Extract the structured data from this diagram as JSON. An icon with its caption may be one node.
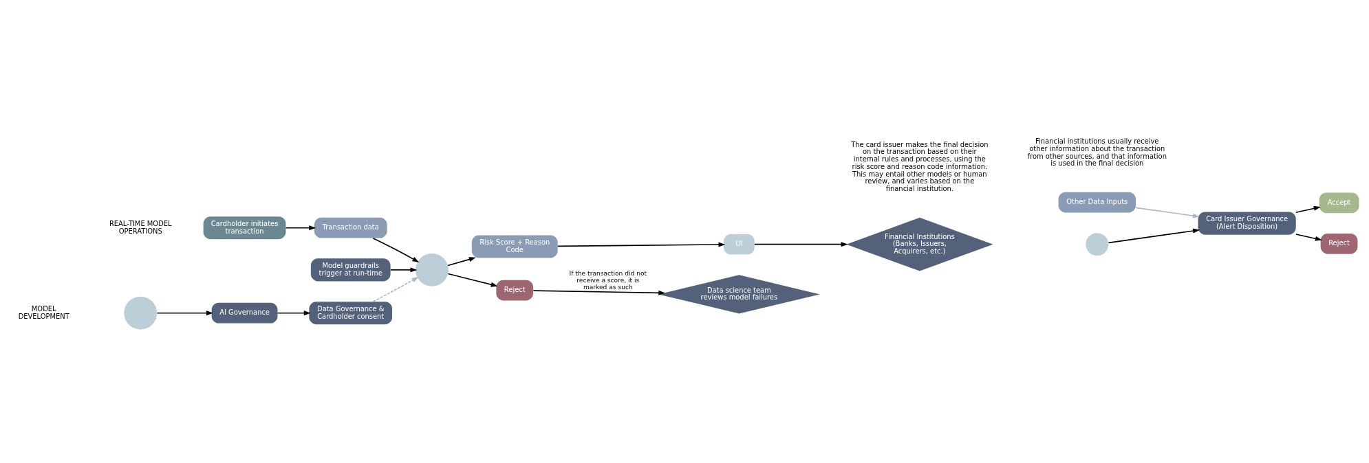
{
  "diagram": {
    "nodes": [
      {
        "text": [],
        "shape": "circle"
      },
      {
        "text": [
          "AI Governance"
        ]
      },
      {
        "text": [
          "Data Governance & Cardholder consent"
        ]
      },
      {
        "text": [
          "Cardholder initiates transaction"
        ]
      },
      {
        "text": [
          "Transaction data"
        ]
      },
      {
        "text": [],
        "shape": "circle"
      },
      {
        "text": [
          "Model guardrails trigger at run-time"
        ]
      },
      {
        "text": [
          "Risk Score + Reason Code"
        ]
      },
      {
        "text": [
          "Reject"
        ]
      },
      {
        "text": [
          "Data science team reviews model failures"
        ]
      },
      {
        "text": [
          "UI"
        ]
      },
      {
        "text": [
          "Financial Institutions (Banks, Issuers, Acquirers, etc.)"
        ]
      },
      {
        "text": [],
        "shape": "circle"
      },
      {
        "text": [
          "Other Data Inputs"
        ]
      },
      {
        "text": [
          "Card Issuer Governance (Alert Disposition)"
        ]
      },
      {
        "text": [
          "Accept"
        ]
      },
      {
        "text": [
          "Reject"
        ]
      }
    ],
    "edges": [
      {
        "from": 0,
        "to": 1,
        "arrow": "to"
      },
      {
        "from": 1,
        "to": 2,
        "arrow": "to"
      },
      {
        "from": 2,
        "to": 5,
        "arrow": "to",
        "style": "dashed",
        "color": "#aab8c2"
      },
      {
        "from": 3,
        "to": 4,
        "arrow": "to"
      },
      {
        "from": 4,
        "to": 5,
        "arrow": "to"
      },
      {
        "from": 6,
        "to": 5,
        "arrow": "to"
      },
      {
        "from": 5,
        "to": 7,
        "arrow": "to"
      },
      {
        "from": 5,
        "to": 8,
        "arrow": "to"
      },
      {
        "from": 8,
        "to": 9,
        "arrow": "to",
        "label": "If the transaction did not receive a score, it is marked as such"
      },
      {
        "from": 7,
        "to": 10,
        "arrow": "to"
      },
      {
        "from": 10,
        "to": 11,
        "arrow": "to"
      },
      {
        "from": 12,
        "to": 14,
        "arrow": "to"
      },
      {
        "from": 13,
        "to": 14,
        "arrow": "to",
        "color": "#aab8c2"
      },
      {
        "from": 14,
        "to": 15,
        "arrow": "to"
      },
      {
        "from": 14,
        "to": 16,
        "arrow": "to"
      }
    ],
    "labels": [
      "MODEL DEVELOPMENT",
      "REAL-TIME MODEL OPERATIONS",
      "The card issuer makes the final decision on the transaction based on their internal rules and processes, using the risk score and reason code information. This may entail other models or human review, and varies based on the financial institution.",
      "Financial institutions usually receive other information about the transaction from other sources, and that information is used in the final decision"
    ]
  }
}
